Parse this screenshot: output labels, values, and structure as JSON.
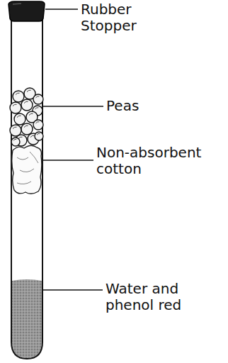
{
  "diagram": {
    "labels": [
      "Rubber Stopper",
      "Peas",
      "Non-absorbent cotton",
      "Water and phenol red"
    ]
  }
}
